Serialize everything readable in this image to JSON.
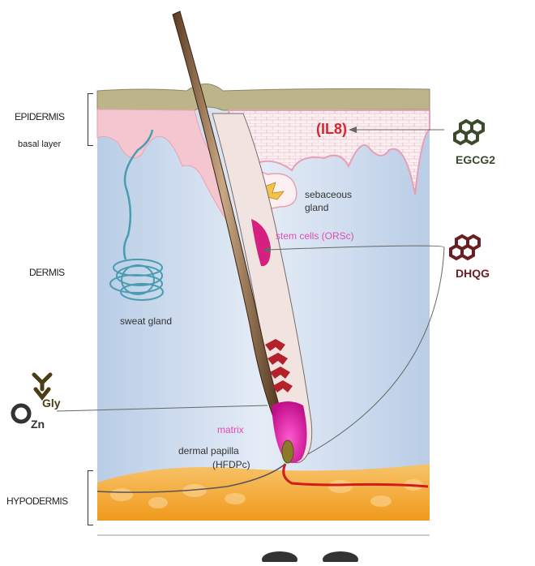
{
  "layers": {
    "epidermis": "EPIDERMIS",
    "basal_layer": "basal layer",
    "dermis": "DERMIS",
    "hypodermis": "HYPODERMIS"
  },
  "structures": {
    "sebaceous_gland_line1": "sebaceous",
    "sebaceous_gland_line2": "gland",
    "stem_cells": "stem cells (ORSc)",
    "sweat_gland": "sweat gland",
    "matrix": "matrix",
    "dermal_papilla_line1": "dermal papilla",
    "dermal_papilla_line2": "(HFDPc)"
  },
  "compounds": {
    "il8": "(IL8)",
    "egcg2": "EGCG2",
    "dhqg": "DHQG",
    "gly": "Gly",
    "zn": "Zn"
  },
  "colors": {
    "epidermis_top": "#bdb58a",
    "epidermis_pink": "#f4c6cf",
    "dermis_blue": "#c8d8ec",
    "hypodermis_orange": "#f3a62a",
    "egcg2_green": "#3a4a2a",
    "dhqg_maroon": "#6b1e22",
    "il8_red": "#d8252e",
    "stem_magenta": "#d6207f",
    "label_pink": "#e04cb6"
  }
}
